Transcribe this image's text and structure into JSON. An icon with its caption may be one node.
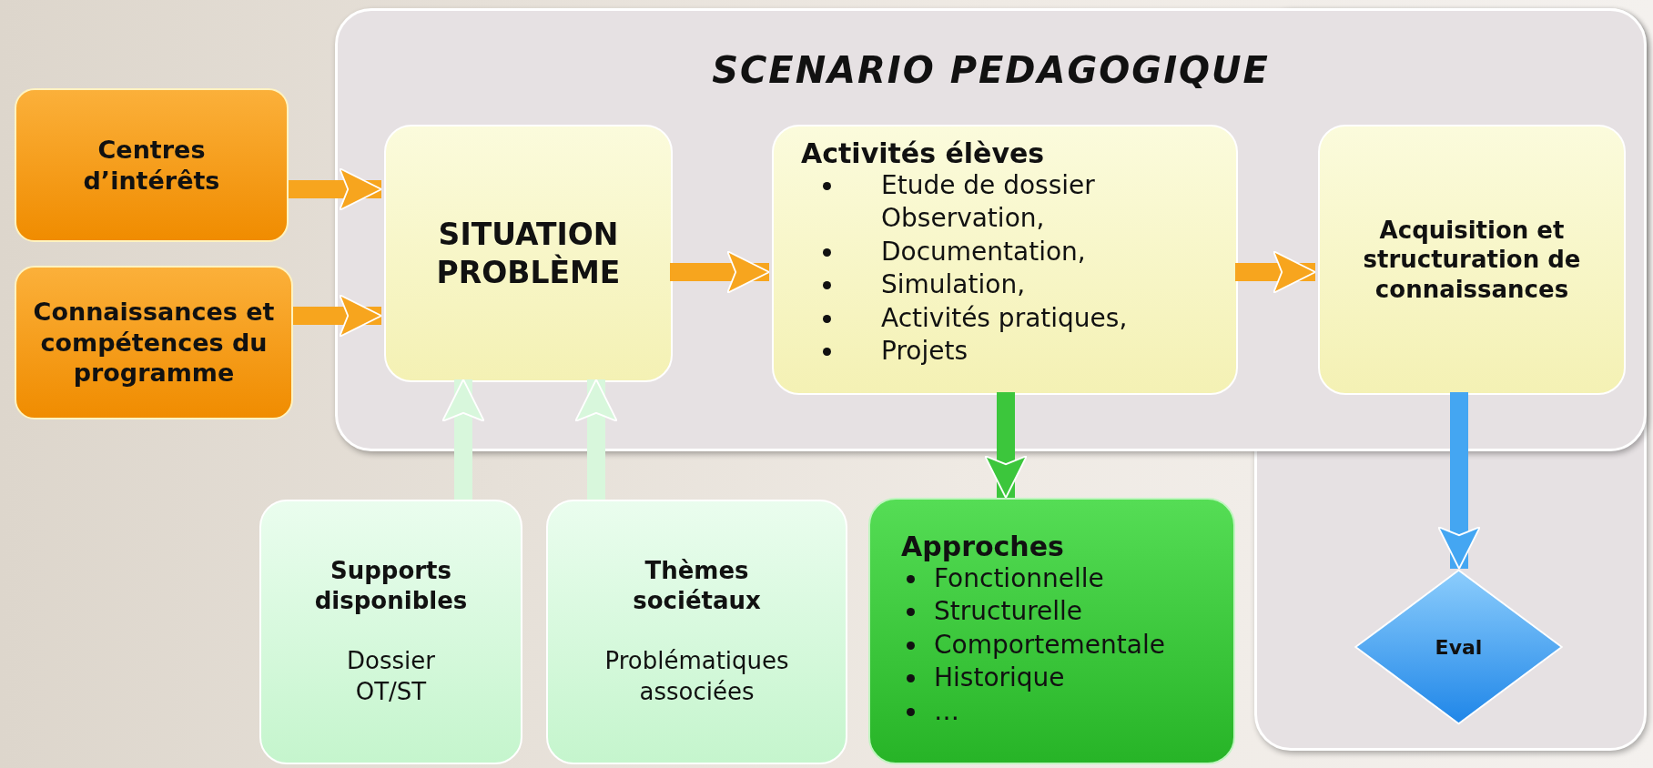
{
  "diagram": {
    "nodes": [
      {
        "text": [
          "SCENARIO PEDAGOGIQUE"
        ]
      },
      {
        "text": [
          "Centres d’intérêts"
        ]
      },
      {
        "text": [
          "Connaissances et compétences du programme"
        ]
      },
      {
        "text": [
          "SITUATION PROBLÈME"
        ],
        "in": 0
      },
      {
        "text": [
          "Activités élèves",
          "Etude de dossier Observation,",
          "Documentation,",
          "Simulation,",
          "Activités pratiques,",
          "Projets"
        ],
        "in": 0
      },
      {
        "text": [
          "Acquisition et structuration de connaissances"
        ],
        "in": 0
      },
      {
        "text": [
          "Supports disponibles",
          "Dossier OT/ST"
        ]
      },
      {
        "text": [
          "Thèmes sociétaux",
          "Problématiques associées"
        ]
      },
      {
        "text": [
          "Approches",
          "Fonctionnelle",
          "Structurelle",
          "Comportementale",
          "Historique",
          "…"
        ]
      },
      {
        "text": [
          "Eval"
        ]
      }
    ],
    "edges": [
      {
        "from": 1,
        "to": 3,
        "arrow": "to"
      },
      {
        "from": 2,
        "to": 3,
        "arrow": "to"
      },
      {
        "from": 3,
        "to": 4,
        "arrow": "to"
      },
      {
        "from": 4,
        "to": 5,
        "arrow": "to"
      },
      {
        "from": 6,
        "to": 3,
        "arrow": "to",
        "color": "#d8f7dc"
      },
      {
        "from": 7,
        "to": 3,
        "arrow": "to",
        "color": "#d8f7dc"
      },
      {
        "from": 4,
        "to": 8,
        "arrow": "to",
        "color": "#3cc63c"
      },
      {
        "from": 5,
        "to": 9,
        "arrow": "to",
        "color": "#44a6f2"
      }
    ]
  }
}
